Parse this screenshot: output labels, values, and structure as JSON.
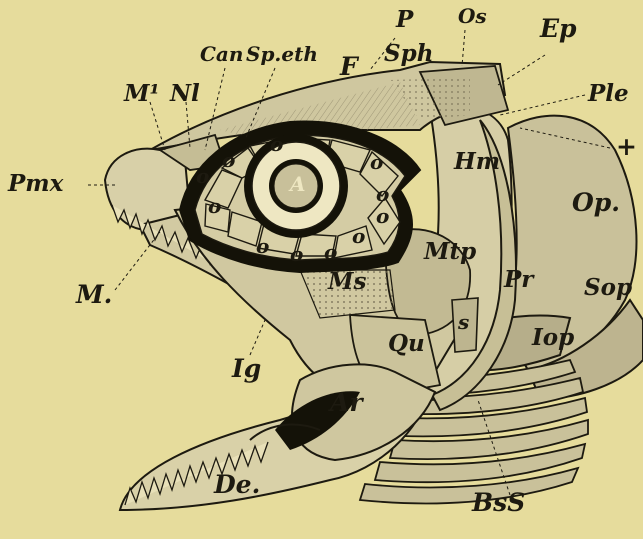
{
  "figure": {
    "labels": {
      "p": "P",
      "os": "Os",
      "ep": "Ep",
      "can": "Can",
      "sp_eth": "Sp.eth",
      "sph": "Sph",
      "f": "F",
      "m1": "M¹",
      "nl": "Nl",
      "ple": "Ple",
      "cross": "+",
      "pmx": "Pmx",
      "hm": "Hm",
      "op": "Op.",
      "a": "A",
      "o": "o",
      "mtp": "Mtp",
      "pr": "Pr",
      "sop": "Sop",
      "m": "M.",
      "ms": "Ms",
      "iop": "Iop",
      "qu": "Qu",
      "s": "s",
      "ig": "Ig",
      "ar": "Ar",
      "de": "De.",
      "bss": "BsS"
    },
    "colors": {
      "paper": "#e6dc9c",
      "ink": "#1d1a10",
      "bone_light": "#d9d1a4",
      "bone_mid": "#c7bf96",
      "bone_dark": "#a89f7c",
      "black": "#141208"
    }
  }
}
